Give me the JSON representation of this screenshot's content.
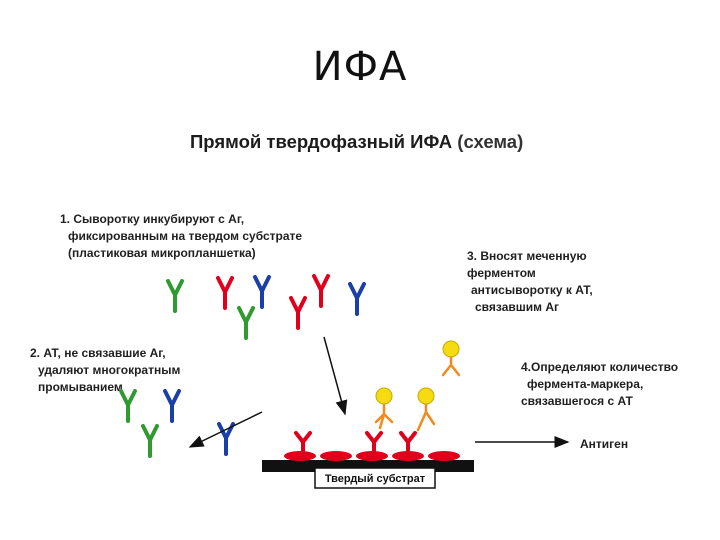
{
  "slide": {
    "title": "ИФА"
  },
  "scheme": {
    "title": "Прямой твердофазный ИФА",
    "subtitle": "(схема)"
  },
  "steps": {
    "step1": [
      "1. Сыворотку инкубируют с Аг,",
      "фиксированным на твердом субстрате",
      "(пластиковая микропланшетка)"
    ],
    "step2": [
      "2. АТ, не связавшие Аг,",
      "удаляют многократным",
      "промыванием"
    ],
    "step3": [
      "3. Вносят меченную",
      "ферментом",
      "антисыворотку к АТ,",
      "связавшим Аг"
    ],
    "step4": [
      "4.Определяют количество",
      "фермента-маркера,",
      "связавшегося с АТ"
    ]
  },
  "labels": {
    "antigen": "Антиген",
    "substrate": "Твердый субстрат"
  },
  "colors": {
    "green": "#2f9a2f",
    "red": "#e0001b",
    "blue": "#1b3fa8",
    "orange": "#f28a1c",
    "yellow": "#f5dc12",
    "black": "#111111"
  }
}
